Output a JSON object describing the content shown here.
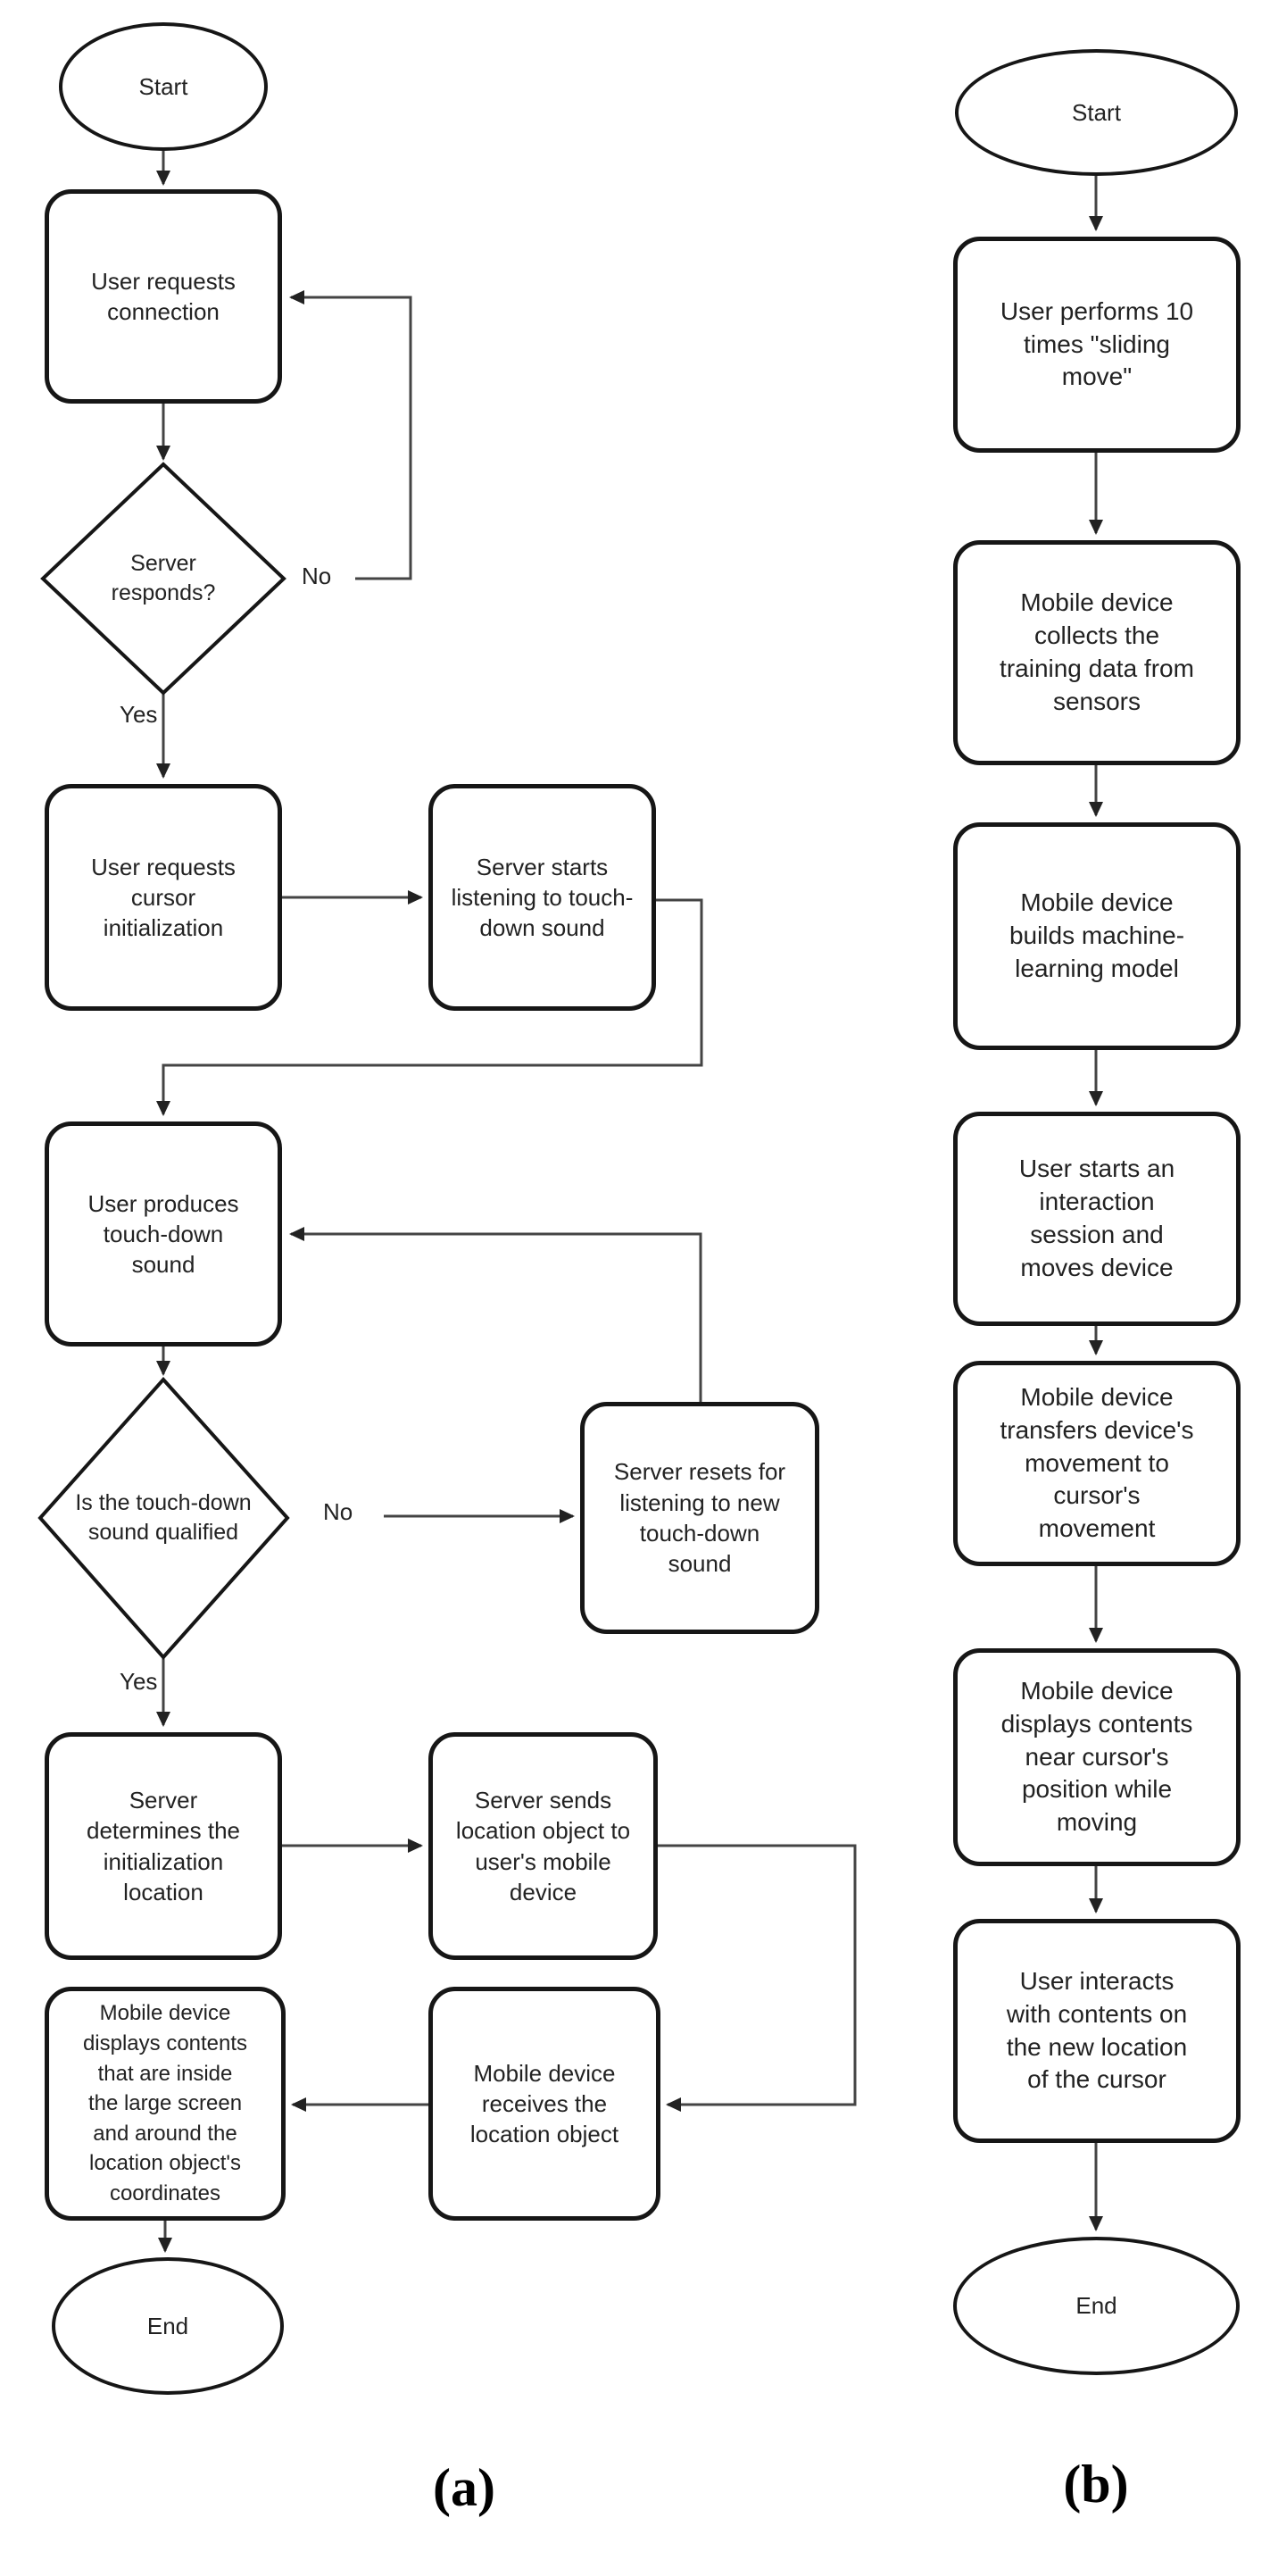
{
  "figure": {
    "captions": {
      "a": "(a)",
      "b": "(b)"
    },
    "colors": {
      "ink": "#161616",
      "wire": "#444444",
      "text": "#222222",
      "background": "#ffffff"
    }
  },
  "flow_a": {
    "start_label": "Start",
    "end_label": "End",
    "decisions": {
      "server_responds": "Server\nresponds?",
      "sound_qualified": "Is the touch-down\nsound qualified"
    },
    "edge_labels": {
      "no1": "No",
      "yes1": "Yes",
      "no2": "No",
      "yes2": "Yes"
    },
    "steps": {
      "requests_connection": "User requests\nconnection",
      "cursor_initialization": "User requests\ncursor\ninitialization",
      "server_listening": "Server starts\nlistening to touch-\ndown sound",
      "produces_sound": "User produces\ntouch-down\nsound",
      "server_resets": "Server resets for\nlistening to new\ntouch-down\nsound",
      "server_determines": "Server\ndetermines the\ninitialization\nlocation",
      "server_sends": "Server sends\nlocation object to\nuser's mobile\ndevice",
      "device_receives": "Mobile device\nreceives the\nlocation object",
      "device_displays": "Mobile device\ndisplays contents\nthat are inside\nthe large screen\nand around the\nlocation object's\ncoordinates"
    }
  },
  "flow_b": {
    "start_label": "Start",
    "end_label": "End",
    "steps": {
      "sliding_moves": "User performs 10\ntimes \"sliding\nmove\"",
      "collects_data": "Mobile device\ncollects the\ntraining data from\nsensors",
      "builds_model": "Mobile device\nbuilds machine-\nlearning model",
      "starts_session": "User starts an\ninteraction\nsession and\nmoves device",
      "transfers_movement": "Mobile device\ntransfers device's\nmovement to\ncursor's\nmovement",
      "displays_contents": "Mobile device\ndisplays contents\nnear cursor's\nposition while\nmoving",
      "interacts_contents": "User interacts\nwith contents on\nthe new location\nof the cursor"
    }
  }
}
